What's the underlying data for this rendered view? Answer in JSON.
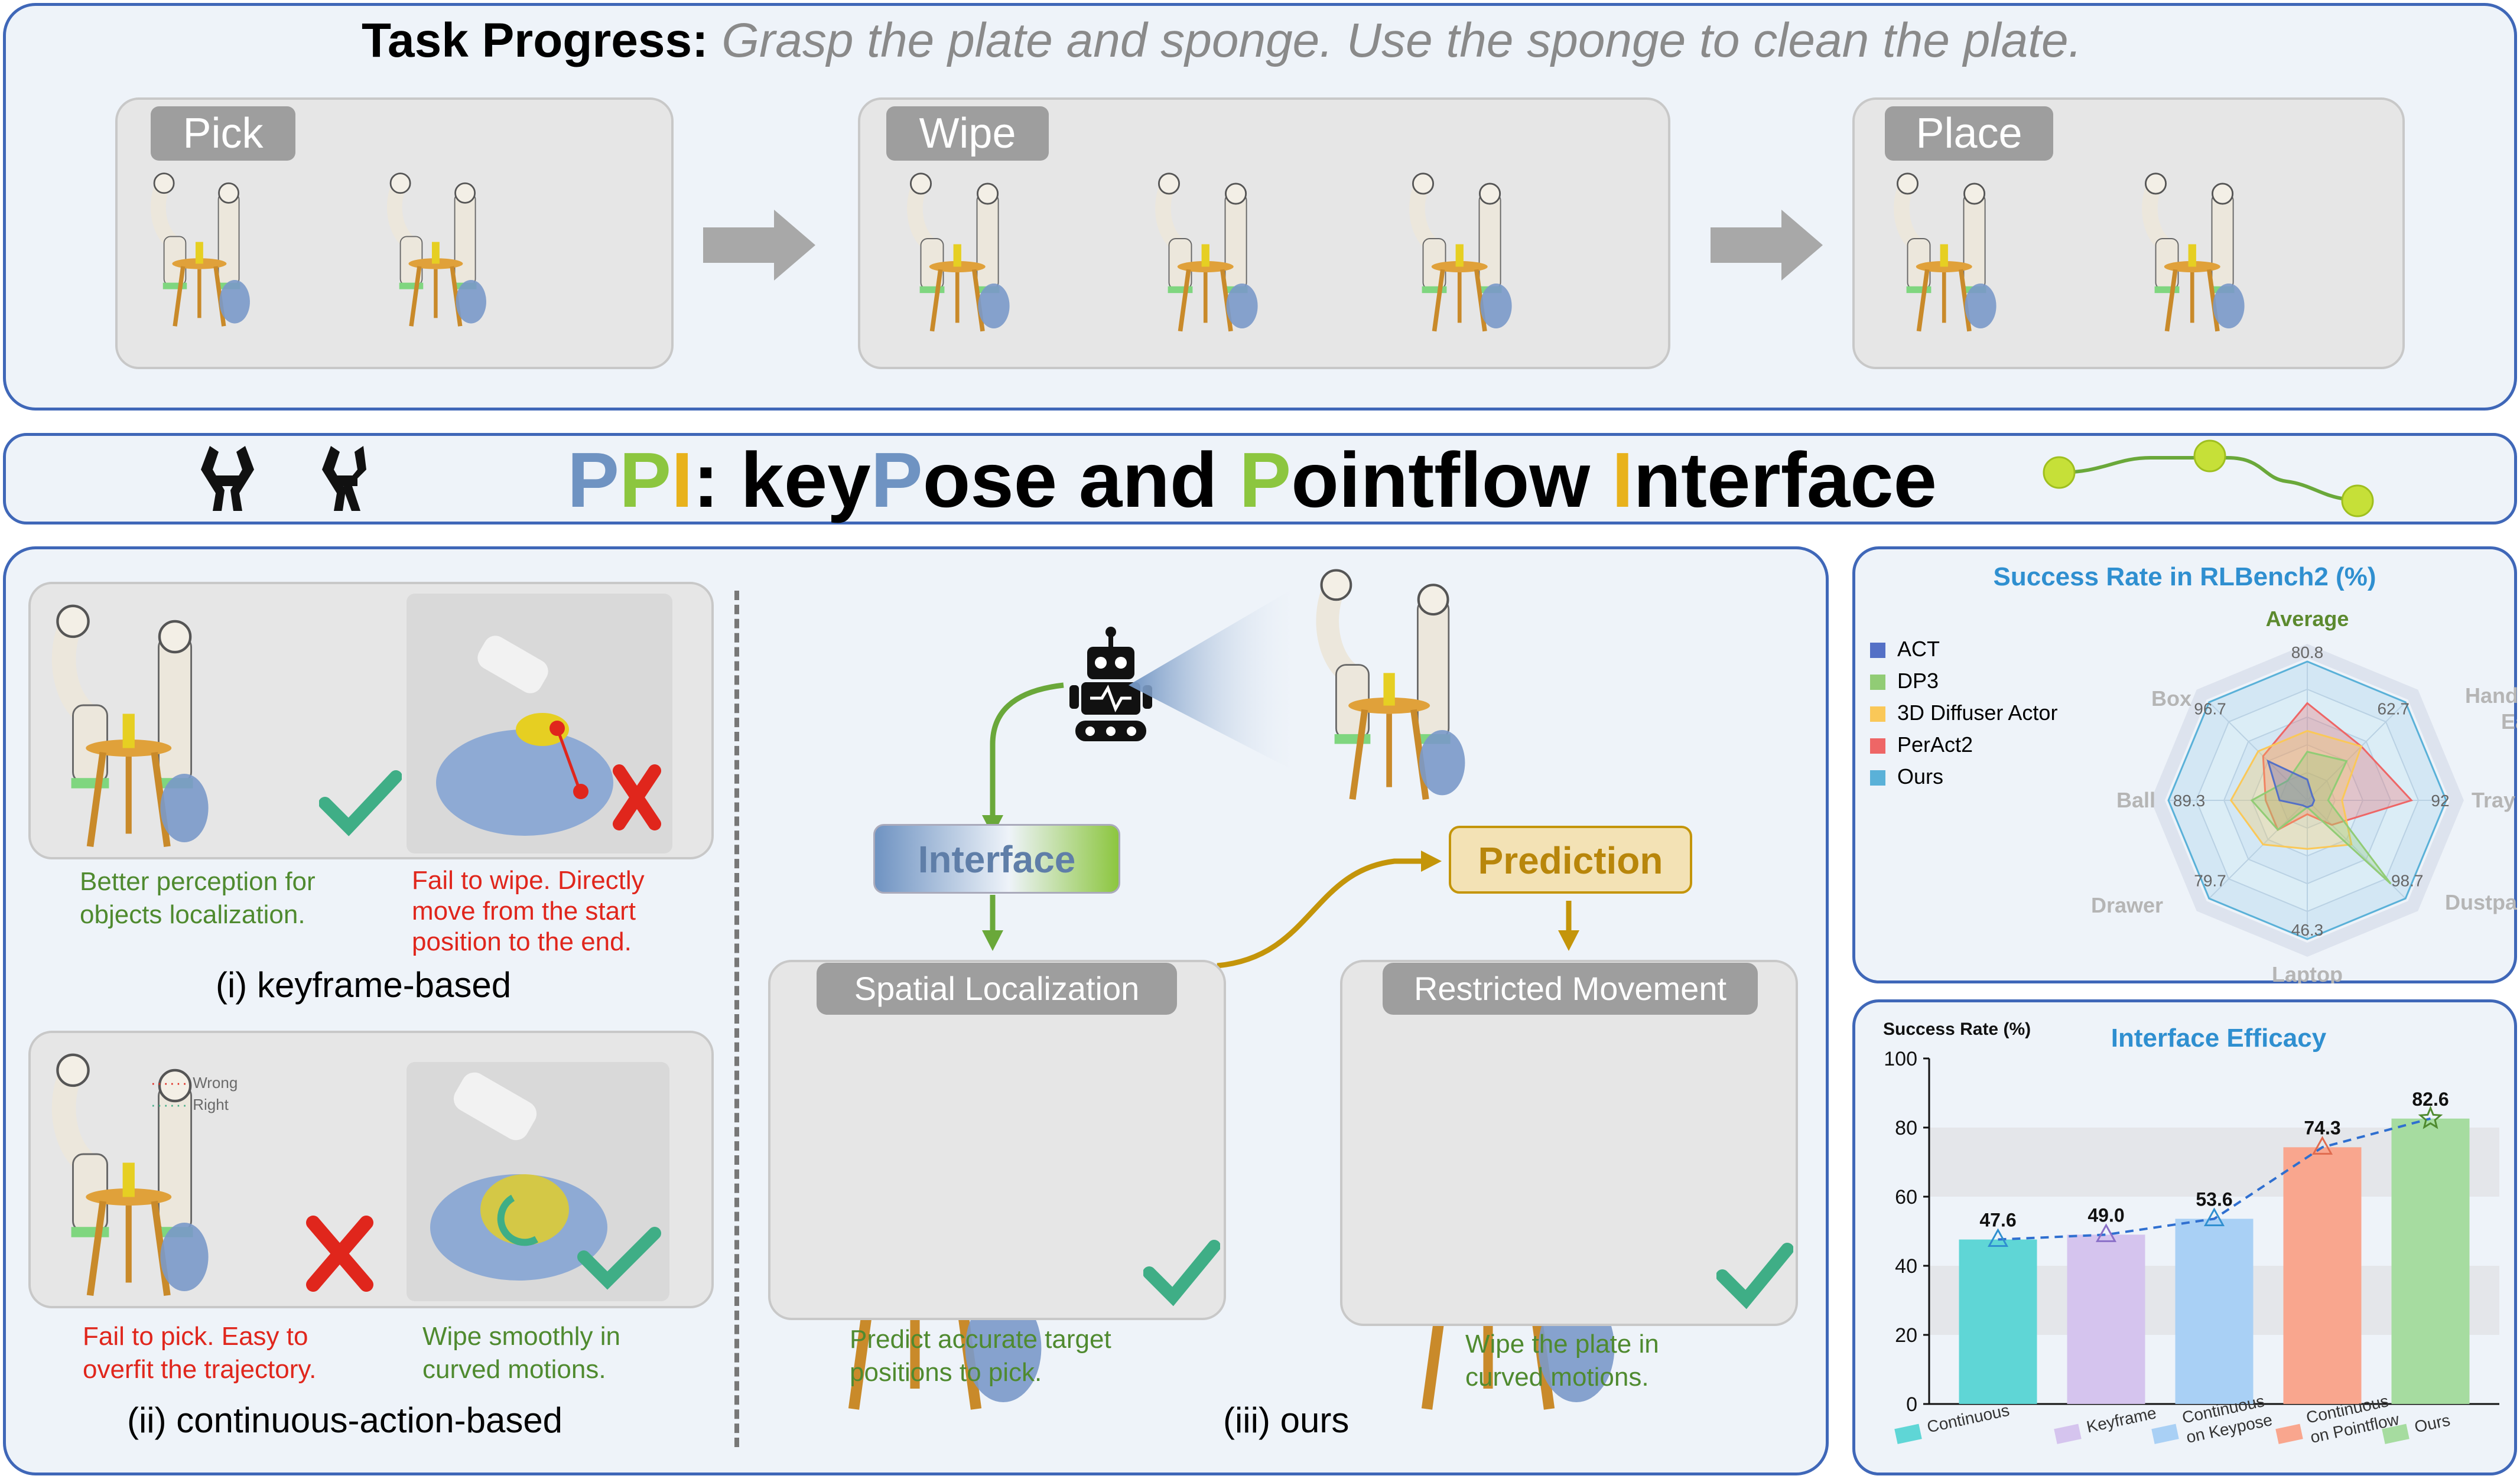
{
  "top": {
    "title_bold": "Task Progress:",
    "title_rest": "Grasp the plate and sponge. Use the sponge to clean the plate.",
    "phases": [
      "Pick",
      "Wipe",
      "Place"
    ]
  },
  "banner": {
    "letters": [
      {
        "t": "P",
        "c": "#6f93c2"
      },
      {
        "t": "P",
        "c": "#8cc63f"
      },
      {
        "t": "I",
        "c": "#e8b21c"
      },
      {
        "t": ": key",
        "c": "#000000"
      },
      {
        "t": "P",
        "c": "#6f93c2"
      },
      {
        "t": "ose and ",
        "c": "#000000"
      },
      {
        "t": "P",
        "c": "#8cc63f"
      },
      {
        "t": "ointflow ",
        "c": "#000000"
      },
      {
        "t": "I",
        "c": "#e8b21c"
      },
      {
        "t": "nterface",
        "c": "#000000"
      }
    ]
  },
  "left": {
    "kf_good": [
      "Better perception for",
      "objects localization."
    ],
    "kf_bad": [
      "Fail to wipe. Directly",
      "move from the start",
      "position to the end."
    ],
    "kf_label": "(i) keyframe-based",
    "legend_wrong": "Wrong",
    "legend_right": "Right",
    "ca_bad": [
      "Fail to pick. Easy to",
      "overfit the trajectory."
    ],
    "ca_good": [
      "Wipe smoothly in",
      "curved motions."
    ],
    "ca_label": "(ii) continuous-action-based"
  },
  "middle": {
    "interface": "Interface",
    "prediction": "Prediction",
    "spatial": "Spatial Localization",
    "restricted": "Restricted Movement",
    "spatial_caption": [
      "Predict accurate target",
      "positions to pick."
    ],
    "restricted_caption": [
      "Wipe the plate in",
      "curved motions."
    ],
    "label": "(iii) ours"
  },
  "radar": {
    "title": "Success Rate in RLBench2 (%)",
    "legend": [
      {
        "name": "ACT",
        "color": "#5470c6"
      },
      {
        "name": "DP3",
        "color": "#91cc75"
      },
      {
        "name": "3D Diffuser Actor",
        "color": "#fac858"
      },
      {
        "name": "PerAct2",
        "color": "#ee6666"
      },
      {
        "name": "Ours",
        "color": "#5ab1d8"
      }
    ],
    "axes": [
      "Average",
      "Handover Easy",
      "Tray",
      "Dustpan",
      "Laptop",
      "Drawer",
      "Ball",
      "Box"
    ],
    "axis_max": [
      80.8,
      62.7,
      92,
      98.7,
      46.3,
      79.7,
      89.3,
      96.7
    ],
    "series_fractions": {
      "ACT": [
        0.15,
        0.05,
        0.05,
        0.05,
        0.05,
        0.05,
        0.2,
        0.4
      ],
      "DP3": [
        0.35,
        0.4,
        0.15,
        0.85,
        0.05,
        0.3,
        0.4,
        0.2
      ],
      "3D Diffuser Actor": [
        0.5,
        0.55,
        0.25,
        0.45,
        0.35,
        0.45,
        0.55,
        0.5
      ],
      "PerAct2": [
        0.7,
        0.55,
        0.75,
        0.25,
        0.1,
        0.3,
        0.3,
        0.45
      ],
      "Ours": [
        1,
        1,
        1,
        1,
        1,
        1,
        1,
        1
      ]
    }
  },
  "chart_data": {
    "type": "bar",
    "title": "Interface Efficacy",
    "ylabel": "Success Rate (%)",
    "ylim": [
      0,
      100
    ],
    "yticks": [
      0,
      20,
      40,
      60,
      80,
      100
    ],
    "categories": [
      "Continuous",
      "Keyframe",
      "Continuous on Keypose",
      "Continuous on Pointflow",
      "Ours"
    ],
    "values": [
      47.6,
      49.0,
      53.6,
      74.3,
      82.6
    ],
    "colors": [
      "#5fd6d6",
      "#d5c4ee",
      "#a9d0f5",
      "#f9a68e",
      "#a6dca0"
    ],
    "value_labels": [
      "47.6",
      "49.0",
      "53.6",
      "74.3",
      "82.6"
    ],
    "trend_line": "dashed"
  }
}
